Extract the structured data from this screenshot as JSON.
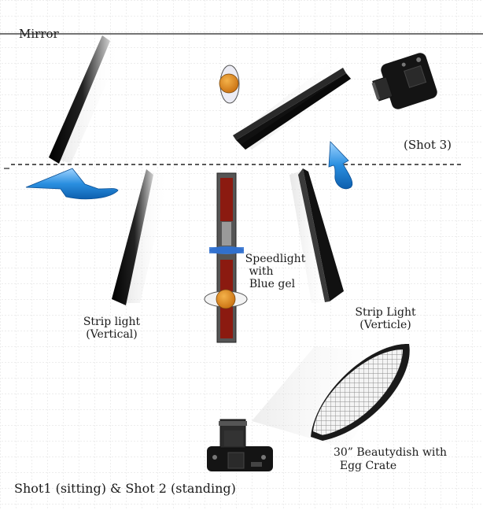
{
  "labels": {
    "mirror": "Mirror",
    "shot3": "(Shot 3)",
    "speedlight_line1": "Speedlight",
    "speedlight_line2": "with",
    "speedlight_line3": "Blue gel",
    "strip_left_line1": "Strip light",
    "strip_left_line2": "(Vertical)",
    "strip_right_line1": "Strip Light",
    "strip_right_line2": "(Verticle)",
    "beautydish_line1": "30” Beautydish with",
    "beautydish_line2": "Egg Crate",
    "shots_caption": "Shot1 (sitting) & Shot 2 (standing)"
  },
  "icons": {
    "camera": "camera-icon",
    "subject": "person-top-view-icon",
    "arrow": "curved-arrow-icon",
    "softbox": "strip-softbox-icon",
    "beautydish": "beauty-dish-icon",
    "speedlight": "light-stand-icon"
  },
  "colors": {
    "grid": "#cfcfcf",
    "softbox_dark": "#111111",
    "subject_orange": "#e08a1e",
    "arrow_blue": "#1e88d6",
    "stand_red": "#8b1a10",
    "gel_blue": "#3a7bd5"
  }
}
